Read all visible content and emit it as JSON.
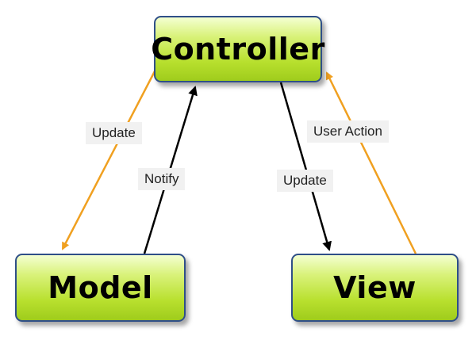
{
  "nodes": {
    "controller": "Controller",
    "model": "Model",
    "view": "View"
  },
  "edges": {
    "controller_to_model": "Update",
    "model_to_controller": "Notify",
    "controller_to_view": "Update",
    "view_to_controller": "User Action"
  },
  "colors": {
    "orange_arrow": "#f0a020",
    "black_arrow": "#000000",
    "node_border": "#2f4f88",
    "node_fill": "#b8e02e"
  }
}
